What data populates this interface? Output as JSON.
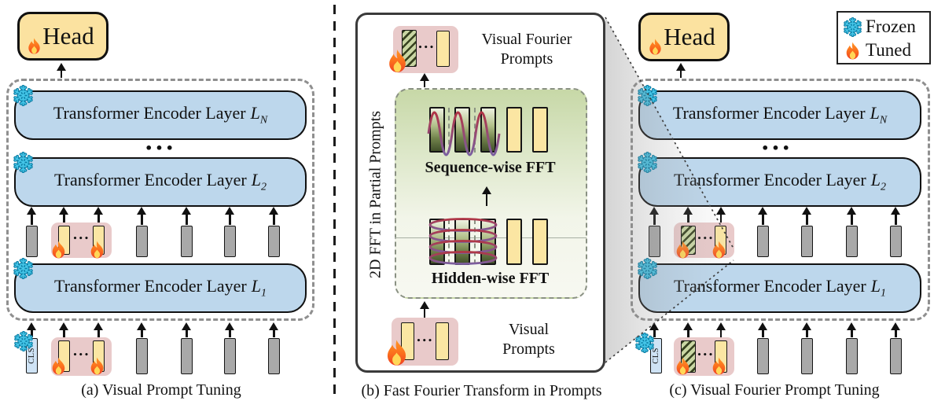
{
  "shared": {
    "head_label": "Head",
    "layer_prefix": "Transformer Encoder Layer",
    "layer_var": "L",
    "cls_label": "CLS",
    "layer_dots": "•••",
    "prompt_dots": "•••"
  },
  "legend": {
    "frozen": "Frozen",
    "tuned": "Tuned"
  },
  "panel_a": {
    "caption": "(a) Visual Prompt Tuning",
    "layers": [
      {
        "sub": "N"
      },
      {
        "sub": "2"
      },
      {
        "sub": "1"
      }
    ]
  },
  "panel_b": {
    "caption": "(b) Fast Fourier Transform in Prompts",
    "side_label": "2D FFT in Partial Prompts",
    "top_prompt_line1": "Visual Fourier",
    "top_prompt_line2": "Prompts",
    "seq_fft_label": "Sequence-wise FFT",
    "hidden_fft_label": "Hidden-wise FFT",
    "bottom_prompt_line1": "Visual",
    "bottom_prompt_line2": "Prompts"
  },
  "panel_c": {
    "caption": "(c) Visual Fourier Prompt Tuning",
    "layers": [
      {
        "sub": "N"
      },
      {
        "sub": "2"
      },
      {
        "sub": "1"
      }
    ]
  },
  "colors": {
    "frozen_icon": "#2fb6da",
    "tuned_flame": "#f86a1d",
    "layer_fill": "#bdd7ec",
    "prompt_group_fill": "#e9caca",
    "prompt_token_fill": "#fbe6a3",
    "patch_token_fill": "#a9a9a9",
    "fourier_token_dark": "#42512a",
    "head_fill": "#fbe2a0"
  }
}
